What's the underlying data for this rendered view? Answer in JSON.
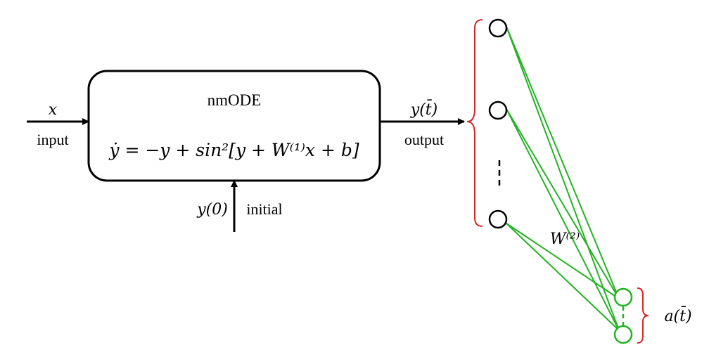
{
  "diagram": {
    "block": {
      "title": "nmODE",
      "equation": "ẏ = −y + sin²[y + W⁽¹⁾x + b]"
    },
    "input": {
      "symbol": "x",
      "label": "input"
    },
    "output": {
      "symbol": "y(t̄)",
      "label": "output"
    },
    "initial": {
      "symbol": "y(0)",
      "label": "initial"
    },
    "network": {
      "weight_label": "W⁽²⁾",
      "output_symbol": "a(t̄)"
    },
    "colors": {
      "line": "#000000",
      "edges": "#22b322",
      "brace": "#d62728"
    }
  }
}
